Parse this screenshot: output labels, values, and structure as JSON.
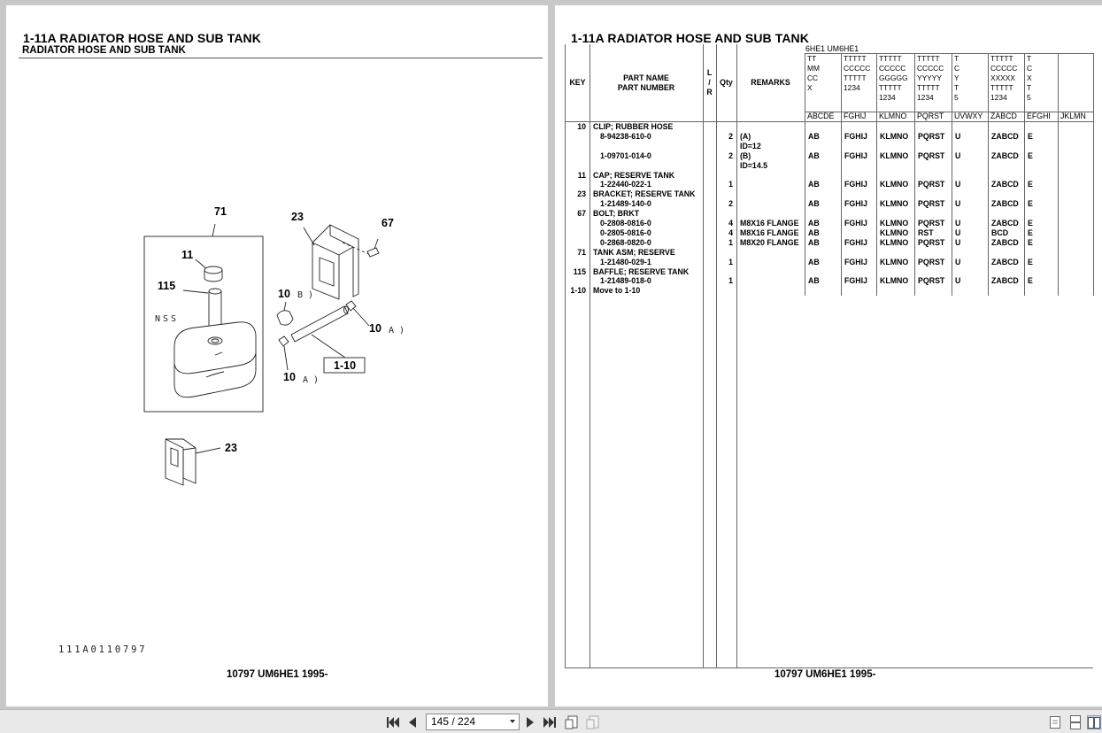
{
  "left_page": {
    "title": "1-11A  RADIATOR HOSE AND SUB TANK",
    "subtitle": "RADIATOR HOSE AND SUB TANK",
    "diagram_code": "111A0110797",
    "footer": "10797 UM6HE1 1995-",
    "callouts": {
      "c71": "71",
      "c23a": "23",
      "c67": "67",
      "c11": "11",
      "c115": "115",
      "c10b": "10",
      "c10b_sub": "B )",
      "c10a1": "10",
      "c10a1_sub": "A )",
      "c10a2": "10",
      "c10a2_sub": "A )",
      "c110": "1-10",
      "c23b": "23",
      "nss": "NSS"
    }
  },
  "right_page": {
    "title": "1-11A  RADIATOR HOSE AND SUB TANK",
    "footer": "10797 UM6HE1 1995-",
    "model_row": "6HE1   UM6HE1",
    "headers": {
      "key": "KEY",
      "part_name": "PART NAME",
      "part_number": "PART NUMBER",
      "lr": [
        "L",
        "/",
        "R"
      ],
      "qty": "Qty",
      "remarks": "REMARKS"
    },
    "spec_columns": [
      [
        "TT",
        "MM",
        "CC",
        "X"
      ],
      [
        "TTTTT",
        "CCCCC",
        "TTTTT",
        "1234"
      ],
      [
        "TTTTT",
        "CCCCC",
        "GGGGG",
        "TTTTT",
        "1234"
      ],
      [
        "TTTTT",
        "CCCCC",
        "YYYYY",
        "TTTTT",
        "1234"
      ],
      [
        "T",
        "C",
        "Y",
        "T",
        "5"
      ],
      [
        "TTTTT",
        "CCCCC",
        "XXXXX",
        "TTTTT",
        "1234"
      ],
      [
        "T",
        "C",
        "X",
        "T",
        "5"
      ]
    ],
    "code_headers": [
      "ABCDE",
      "FGHIJ",
      "KLMNO",
      "PQRST",
      "UVWXY",
      "ZABCD",
      "EFGHI",
      "JKLMN"
    ],
    "rows": [
      {
        "key": "10",
        "name": "CLIP; RUBBER HOSE",
        "number": "",
        "qty": "",
        "remarks": "",
        "codes": [
          "",
          "",
          "",
          "",
          "",
          "",
          ""
        ]
      },
      {
        "key": "",
        "name": "",
        "number": "8-94238-610-0",
        "qty": "2",
        "remarks": "(A)",
        "codes": [
          "AB",
          "FGHIJ",
          "KLMNO",
          "PQRST",
          "U",
          "ZABCD",
          "E"
        ]
      },
      {
        "key": "",
        "name": "",
        "number": "",
        "qty": "",
        "remarks": "ID=12",
        "codes": [
          "",
          "",
          "",
          "",
          "",
          "",
          ""
        ]
      },
      {
        "key": "",
        "name": "",
        "number": "1-09701-014-0",
        "qty": "2",
        "remarks": "(B)",
        "codes": [
          "AB",
          "FGHIJ",
          "KLMNO",
          "PQRST",
          "U",
          "ZABCD",
          "E"
        ]
      },
      {
        "key": "",
        "name": "",
        "number": "",
        "qty": "",
        "remarks": "ID=14.5",
        "codes": [
          "",
          "",
          "",
          "",
          "",
          "",
          ""
        ]
      },
      {
        "key": "11",
        "name": "CAP; RESERVE TANK",
        "number": "",
        "qty": "",
        "remarks": "",
        "codes": [
          "",
          "",
          "",
          "",
          "",
          "",
          ""
        ]
      },
      {
        "key": "",
        "name": "",
        "number": "1-22440-022-1",
        "qty": "1",
        "remarks": "",
        "codes": [
          "AB",
          "FGHIJ",
          "KLMNO",
          "PQRST",
          "U",
          "ZABCD",
          "E"
        ]
      },
      {
        "key": "23",
        "name": "BRACKET; RESERVE TANK",
        "number": "",
        "qty": "",
        "remarks": "",
        "codes": [
          "",
          "",
          "",
          "",
          "",
          "",
          ""
        ]
      },
      {
        "key": "",
        "name": "",
        "number": "1-21489-140-0",
        "qty": "2",
        "remarks": "",
        "codes": [
          "AB",
          "FGHIJ",
          "KLMNO",
          "PQRST",
          "U",
          "ZABCD",
          "E"
        ]
      },
      {
        "key": "67",
        "name": "BOLT; BRKT",
        "number": "",
        "qty": "",
        "remarks": "",
        "codes": [
          "",
          "",
          "",
          "",
          "",
          "",
          ""
        ]
      },
      {
        "key": "",
        "name": "",
        "number": "0-2808-0816-0",
        "qty": "4",
        "remarks": "M8X16 FLANGE",
        "codes": [
          "AB",
          "FGHIJ",
          "KLMNO",
          "PQRST",
          "U",
          "ZABCD",
          "E"
        ]
      },
      {
        "key": "",
        "name": "",
        "number": "0-2805-0816-0",
        "qty": "4",
        "remarks": "M8X16 FLANGE",
        "codes": [
          "AB",
          "",
          "KLMNO",
          "RST",
          "U",
          "BCD",
          "E"
        ]
      },
      {
        "key": "",
        "name": "",
        "number": "0-2868-0820-0",
        "qty": "1",
        "remarks": "M8X20 FLANGE",
        "codes": [
          "AB",
          "FGHIJ",
          "KLMNO",
          "PQRST",
          "U",
          "ZABCD",
          "E"
        ]
      },
      {
        "key": "71",
        "name": "TANK ASM; RESERVE",
        "number": "",
        "qty": "",
        "remarks": "",
        "codes": [
          "",
          "",
          "",
          "",
          "",
          "",
          ""
        ]
      },
      {
        "key": "",
        "name": "",
        "number": "1-21480-029-1",
        "qty": "1",
        "remarks": "",
        "codes": [
          "AB",
          "FGHIJ",
          "KLMNO",
          "PQRST",
          "U",
          "ZABCD",
          "E"
        ]
      },
      {
        "key": "115",
        "name": "BAFFLE; RESERVE TANK",
        "number": "",
        "qty": "",
        "remarks": "",
        "codes": [
          "",
          "",
          "",
          "",
          "",
          "",
          ""
        ]
      },
      {
        "key": "",
        "name": "",
        "number": "1-21489-018-0",
        "qty": "1",
        "remarks": "",
        "codes": [
          "AB",
          "FGHIJ",
          "KLMNO",
          "PQRST",
          "U",
          "ZABCD",
          "E"
        ]
      },
      {
        "key": "1-10",
        "name": "Move to 1-10",
        "number": "",
        "qty": "",
        "remarks": "",
        "codes": [
          "",
          "",
          "",
          "",
          "",
          "",
          ""
        ]
      }
    ]
  },
  "toolbar": {
    "page_indicator": "145 / 224",
    "icons": [
      "first-page-icon",
      "prev-page-icon",
      "next-page-icon",
      "last-page-icon",
      "rotate-icon",
      "rotate-disabled-icon",
      "single-page-icon",
      "continuous-page-icon",
      "two-page-icon"
    ]
  }
}
